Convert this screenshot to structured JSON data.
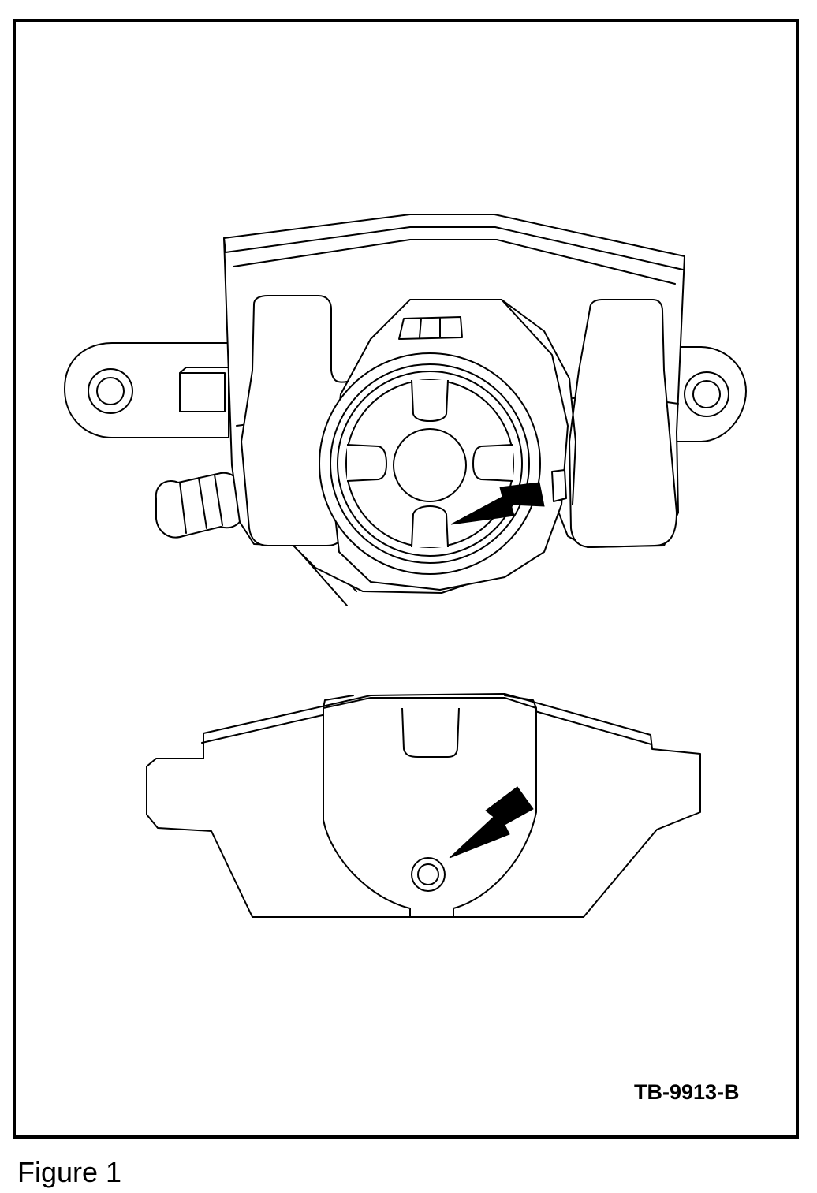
{
  "figure": {
    "drawing_id": "TB-9913-B",
    "caption": "Figure 1"
  },
  "parts": {
    "caliper": "brake-caliper",
    "pad": "brake-pad"
  }
}
